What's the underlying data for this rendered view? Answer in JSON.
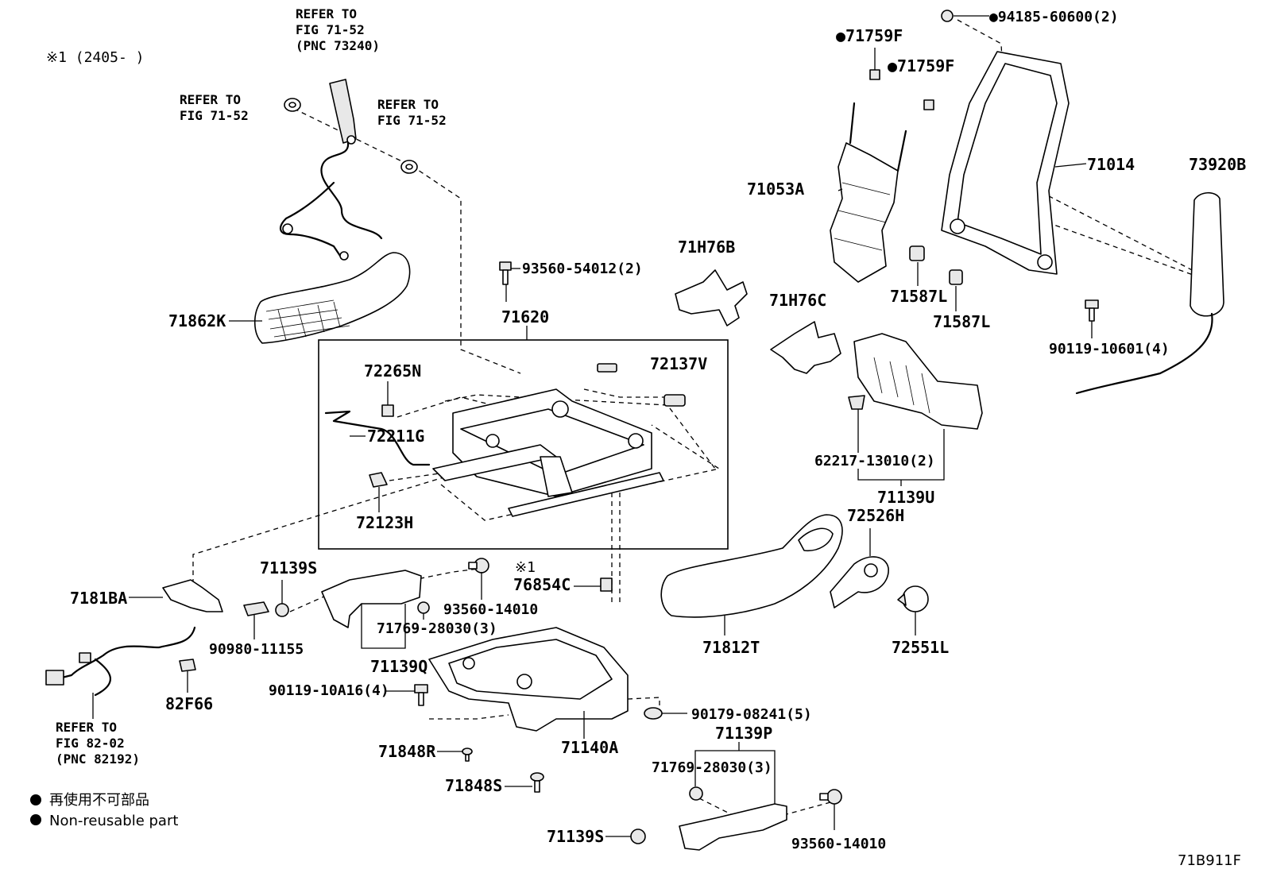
{
  "header": {
    "note": "※1 (2405-        )"
  },
  "refs": {
    "fig7152_pnc": "REFER TO\nFIG 71-52\n(PNC 73240)",
    "fig7152_a": "REFER TO\nFIG 71-52",
    "fig7152_b": "REFER TO\nFIG 71-52",
    "fig8202": "REFER TO\nFIG 82-02\n(PNC 82192)"
  },
  "labels": {
    "p71862K": "71862K",
    "p93560_54012": "93560-54012(2)",
    "p71620": "71620",
    "p72265N": "72265N",
    "p72211G": "72211G",
    "p72123H": "72123H",
    "p72137V": "72137V",
    "p71H76B": "71H76B",
    "p71H76C": "71H76C",
    "p71759F_a": "●71759F",
    "p71759F_b": "●71759F",
    "p94185": "●94185-60600(2)",
    "p71053A": "71053A",
    "p71587L_a": "71587L",
    "p71587L_b": "71587L",
    "p71014": "71014",
    "p73920B": "73920B",
    "p90119_10601": "90119-10601(4)",
    "p62217": "62217-13010(2)",
    "p71139U": "71139U",
    "p7181BA": "7181BA",
    "p71139S_a": "71139S",
    "p93560_14010_a": "93560-14010",
    "p71769_a": "71769-28030(3)",
    "p71139Q": "71139Q",
    "p90980": "90980-11155",
    "p82F66": "82F66",
    "p90119_10A16": "90119-10A16(4)",
    "p71848R": "71848R",
    "p71848S": "71848S",
    "p71140A": "71140A",
    "mark1": "※1",
    "p76854C": "76854C",
    "p71812T": "71812T",
    "p72526H": "72526H",
    "p72551L": "72551L",
    "p90179": "90179-08241(5)",
    "p71139P": "71139P",
    "p71769_b": "71769-28030(3)",
    "p93560_14010_b": "93560-14010",
    "p71139S_b": "71139S"
  },
  "legend": {
    "jp": "再使用不可部品",
    "en": "Non-reusable part"
  },
  "footer": {
    "code": "71B911F"
  }
}
